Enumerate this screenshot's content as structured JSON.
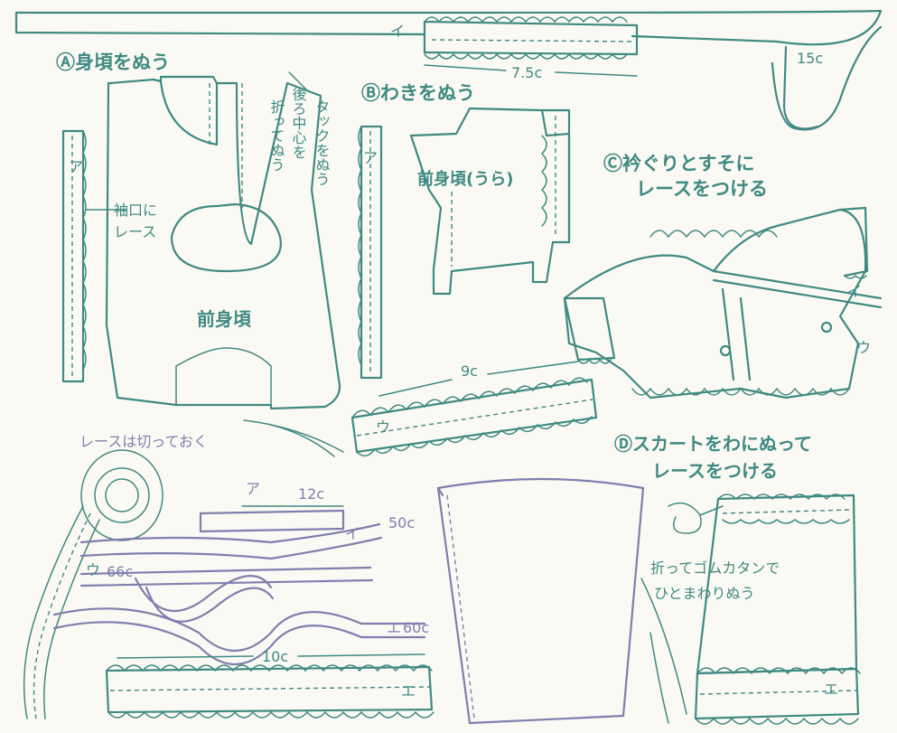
{
  "steps": {
    "a_title": "Ⓐ身頃をぬう",
    "b_title": "Ⓑわきをぬう",
    "c_title_1": "Ⓒ衿ぐりとすそに",
    "c_title_2": "レースをつける",
    "d_title_1": "Ⓓスカートをわにぬって",
    "d_title_2": "レースをつける"
  },
  "notes": {
    "tuck": "タックをぬう",
    "back_center_1": "後ろ中心を",
    "back_center_2": "折ってぬう",
    "sleeve_1": "袖口に",
    "sleeve_2": "レース",
    "front_body": "前身頃",
    "front_body_inside": "前身頃(うら)",
    "lace_cut": "レースは切っておく",
    "elastic_1": "折ってゴムカタンで",
    "elastic_2": "ひとまわりぬう"
  },
  "marks": {
    "a": "ア",
    "i": "イ",
    "u": "ウ",
    "e": "エ"
  },
  "measures": {
    "m15": "15c",
    "m7_5": "7.5c",
    "m9": "9c",
    "m12": "12c",
    "m50": "50c",
    "m66": "66c",
    "m60": "60c",
    "m10": "10c"
  },
  "colors": {
    "teal": "#3f8a82",
    "violet": "#7f7fae",
    "paper": "#fbf9f4"
  }
}
